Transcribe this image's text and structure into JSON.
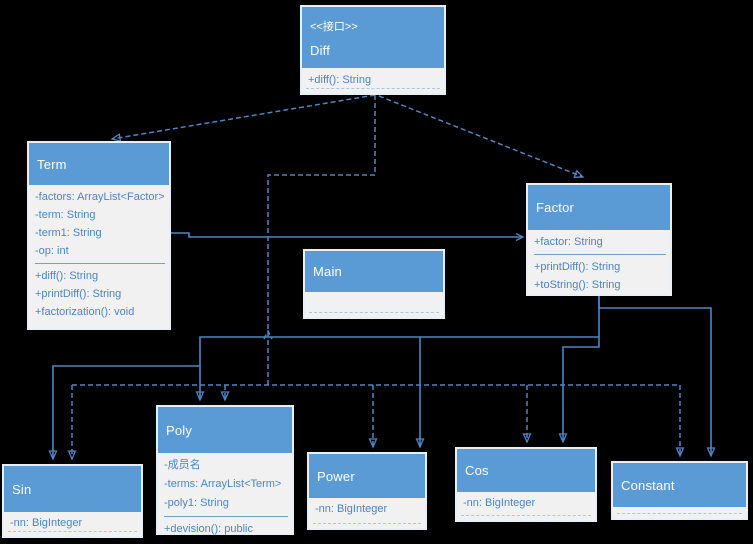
{
  "diagram": {
    "type": "uml-class-diagram",
    "background_color": "#000000",
    "header_color": "#5B9BD5",
    "body_color": "#F1F1F1",
    "text_color": "#4B84C4",
    "connector_color": "#4C86C6"
  },
  "classes": {
    "diff": {
      "stereotype": "<<接口>>",
      "name": "Diff",
      "methods": [
        "+diff(): String"
      ]
    },
    "term": {
      "name": "Term",
      "fields": [
        "-factors: ArrayList<Factor>",
        "-term: String",
        "-term1: String",
        "-op: int"
      ],
      "methods": [
        "+diff(): String",
        "+printDiff(): String",
        "+factorization(): void"
      ]
    },
    "factor": {
      "name": "Factor",
      "fields": [
        "+factor: String"
      ],
      "methods": [
        "+printDiff(): String",
        "+toString(): String"
      ]
    },
    "main": {
      "name": "Main"
    },
    "poly": {
      "name": "Poly",
      "fields": [
        "-成员名",
        "-terms: ArrayList<Term>",
        "-poly1: String"
      ],
      "methods": [
        "+devision(): public"
      ]
    },
    "sin": {
      "name": "Sin",
      "fields": [
        "-nn: BigInteger"
      ]
    },
    "power": {
      "name": "Power",
      "fields": [
        "-nn: BigInteger"
      ]
    },
    "cos": {
      "name": "Cos",
      "fields": [
        "-nn: BigInteger"
      ]
    },
    "constant": {
      "name": "Constant",
      "fields": []
    }
  },
  "relationships": [
    {
      "from": "Diff",
      "to": "Term",
      "style": "dashed-open-arrow"
    },
    {
      "from": "Diff",
      "to": "Factor",
      "style": "dashed-open-arrow"
    },
    {
      "from": "Diff",
      "to": "Sin",
      "style": "dashed-open-arrow"
    },
    {
      "from": "Diff",
      "to": "Poly",
      "style": "dashed-open-arrow"
    },
    {
      "from": "Diff",
      "to": "Power",
      "style": "dashed-open-arrow"
    },
    {
      "from": "Diff",
      "to": "Cos",
      "style": "dashed-open-arrow"
    },
    {
      "from": "Diff",
      "to": "Constant",
      "style": "dashed-open-arrow"
    },
    {
      "from": "Term",
      "to": "Factor",
      "style": "solid-open-arrow"
    },
    {
      "from": "Factor",
      "to": "Sin",
      "style": "solid-open-arrow"
    },
    {
      "from": "Factor",
      "to": "Poly",
      "style": "solid-open-arrow"
    },
    {
      "from": "Factor",
      "to": "Power",
      "style": "solid-open-arrow"
    },
    {
      "from": "Factor",
      "to": "Cos",
      "style": "solid-open-arrow"
    },
    {
      "from": "Factor",
      "to": "Constant",
      "style": "solid-open-arrow"
    }
  ]
}
